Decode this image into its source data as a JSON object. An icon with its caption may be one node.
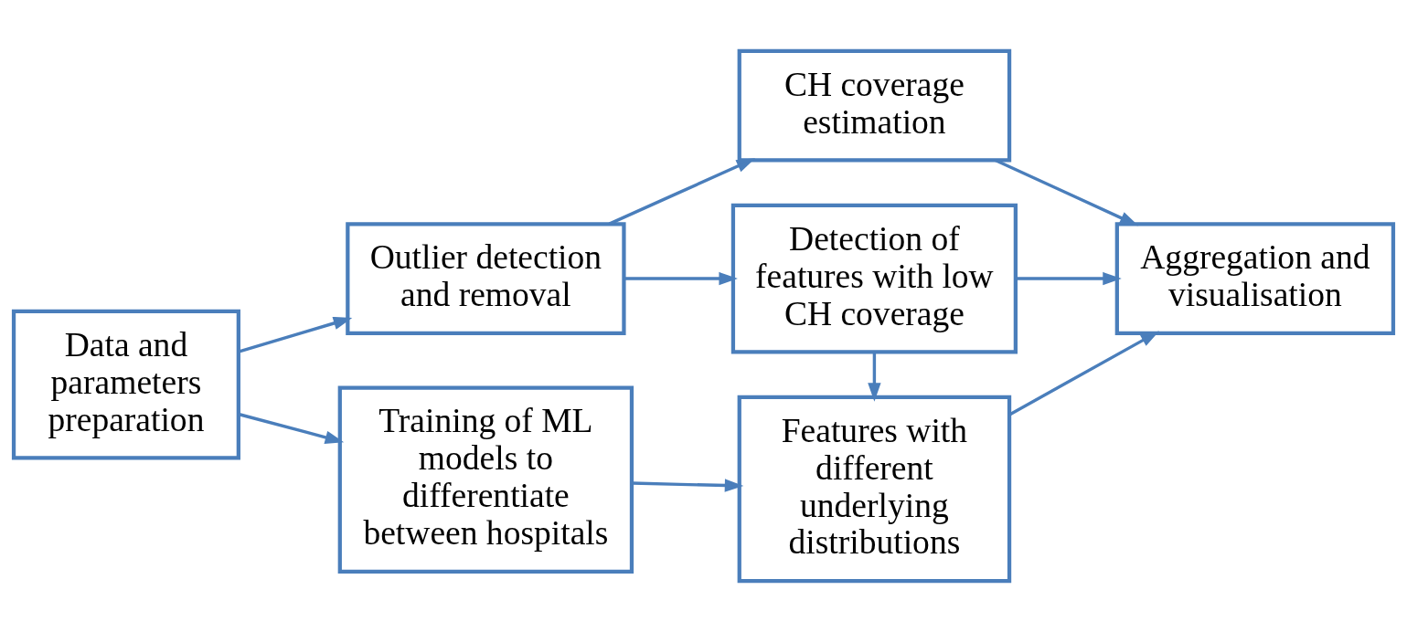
{
  "diagram": {
    "nodes": [
      {
        "text": [
          "Data and parameters preparation"
        ]
      },
      {
        "text": [
          "Outlier detection and removal"
        ]
      },
      {
        "text": [
          "Training of ML models to differentiate between hospitals"
        ]
      },
      {
        "text": [
          "CH coverage estimation"
        ]
      },
      {
        "text": [
          "Detection of features with low CH coverage"
        ]
      },
      {
        "text": [
          "Features with different underlying distributions"
        ]
      },
      {
        "text": [
          "Aggregation and visualisation"
        ]
      }
    ],
    "edges": [
      {
        "from": 0,
        "to": 1,
        "arrow": "to"
      },
      {
        "from": 0,
        "to": 2,
        "arrow": "to"
      },
      {
        "from": 1,
        "to": 3,
        "arrow": "to"
      },
      {
        "from": 1,
        "to": 4,
        "arrow": "to"
      },
      {
        "from": 4,
        "to": 5,
        "arrow": "to"
      },
      {
        "from": 2,
        "to": 5,
        "arrow": "to"
      },
      {
        "from": 3,
        "to": 6,
        "arrow": "to"
      },
      {
        "from": 4,
        "to": 6,
        "arrow": "to"
      },
      {
        "from": 5,
        "to": 6,
        "arrow": "to"
      }
    ]
  }
}
